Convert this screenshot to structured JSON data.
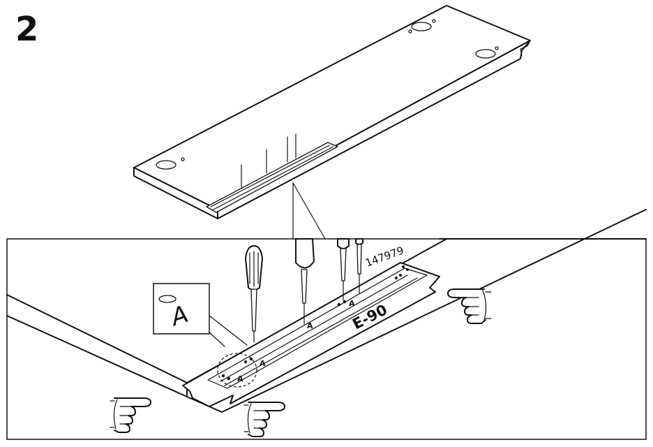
{
  "step": {
    "number": "2"
  },
  "rail": {
    "part_number": "147979",
    "marking": "E-90"
  },
  "callout": {
    "hole_letter": "A"
  },
  "screw_labels": [
    "A",
    "A",
    "A",
    "A"
  ],
  "icons": {
    "hand_pressing_left": "pointing-hand-icon",
    "hand_pressing_center": "pointing-hand-icon",
    "hand_pressing_right": "pointing-hand-icon",
    "screwdriver": "screwdriver-icon"
  }
}
